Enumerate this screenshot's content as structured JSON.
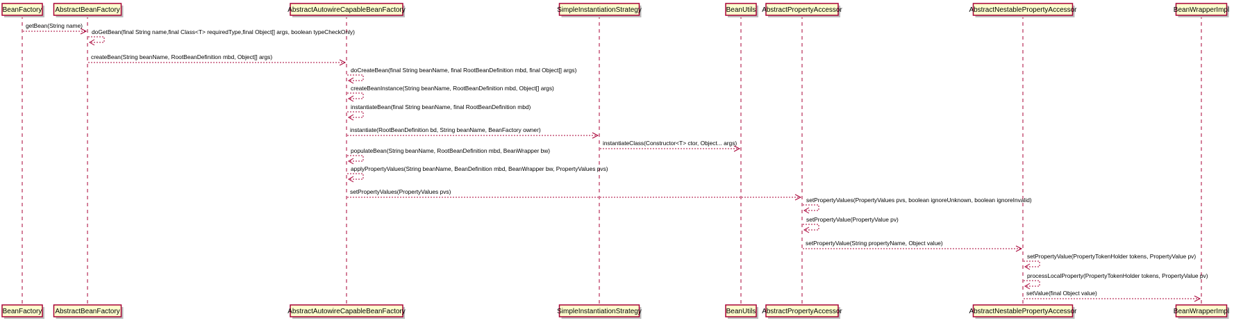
{
  "participants": [
    {
      "id": "beanfactory",
      "label": "BeanFactory"
    },
    {
      "id": "abstractbeanfactory",
      "label": "AbstractBeanFactory"
    },
    {
      "id": "abstractautowire",
      "label": "AbstractAutowireCapableBeanFactory"
    },
    {
      "id": "simpleinstantiation",
      "label": "SimpleInstantiationStrategy"
    },
    {
      "id": "beanutils",
      "label": "BeanUtils"
    },
    {
      "id": "abstractpropertyaccessor",
      "label": "AbstractPropertyAccessor"
    },
    {
      "id": "abstractnestable",
      "label": "AbstractNestablePropertyAccessor"
    },
    {
      "id": "beanwrapperimpl",
      "label": "BeanWrapperImpl"
    }
  ],
  "messages": [
    {
      "from": "beanfactory",
      "to": "abstractbeanfactory",
      "label": "getBean(String name)"
    },
    {
      "from": "abstractbeanfactory",
      "to": "abstractbeanfactory",
      "label": "doGetBean(final String name,final Class<T> requiredType,final Object[] args, boolean typeCheckOnly)"
    },
    {
      "from": "abstractbeanfactory",
      "to": "abstractautowire",
      "label": "createBean(String beanName, RootBeanDefinition mbd, Object[] args)"
    },
    {
      "from": "abstractautowire",
      "to": "abstractautowire",
      "label": "doCreateBean(final String beanName, final RootBeanDefinition mbd, final Object[] args)"
    },
    {
      "from": "abstractautowire",
      "to": "abstractautowire",
      "label": "createBeanInstance(String beanName, RootBeanDefinition mbd, Object[] args)"
    },
    {
      "from": "abstractautowire",
      "to": "abstractautowire",
      "label": "instantiateBean(final String beanName, final RootBeanDefinition mbd)"
    },
    {
      "from": "abstractautowire",
      "to": "simpleinstantiation",
      "label": "instantiate(RootBeanDefinition bd, String beanName, BeanFactory owner)"
    },
    {
      "from": "simpleinstantiation",
      "to": "beanutils",
      "label": "instantiateClass(Constructor<T> ctor, Object... args)"
    },
    {
      "from": "abstractautowire",
      "to": "abstractautowire",
      "label": "populateBean(String beanName, RootBeanDefinition mbd, BeanWrapper bw)"
    },
    {
      "from": "abstractautowire",
      "to": "abstractautowire",
      "label": "applyPropertyValues(String beanName, BeanDefinition mbd, BeanWrapper bw, PropertyValues pvs)"
    },
    {
      "from": "abstractautowire",
      "to": "abstractpropertyaccessor",
      "label": "setPropertyValues(PropertyValues pvs)"
    },
    {
      "from": "abstractpropertyaccessor",
      "to": "abstractpropertyaccessor",
      "label": "setPropertyValues(PropertyValues pvs, boolean ignoreUnknown, boolean ignoreInvalid)"
    },
    {
      "from": "abstractpropertyaccessor",
      "to": "abstractpropertyaccessor",
      "label": "setPropertyValue(PropertyValue pv)"
    },
    {
      "from": "abstractpropertyaccessor",
      "to": "abstractnestable",
      "label": "setPropertyValue(String propertyName, Object value)"
    },
    {
      "from": "abstractnestable",
      "to": "abstractnestable",
      "label": "setPropertyValue(PropertyTokenHolder tokens, PropertyValue pv)"
    },
    {
      "from": "abstractnestable",
      "to": "abstractnestable",
      "label": "processLocalProperty(PropertyTokenHolder tokens, PropertyValue pv)"
    },
    {
      "from": "abstractnestable",
      "to": "beanwrapperimpl",
      "label": "setValue(final Object value)"
    }
  ],
  "colors": {
    "participant_fill": "#fefece",
    "participant_border": "#a80036",
    "arrow": "#a80036",
    "text": "#000000"
  }
}
